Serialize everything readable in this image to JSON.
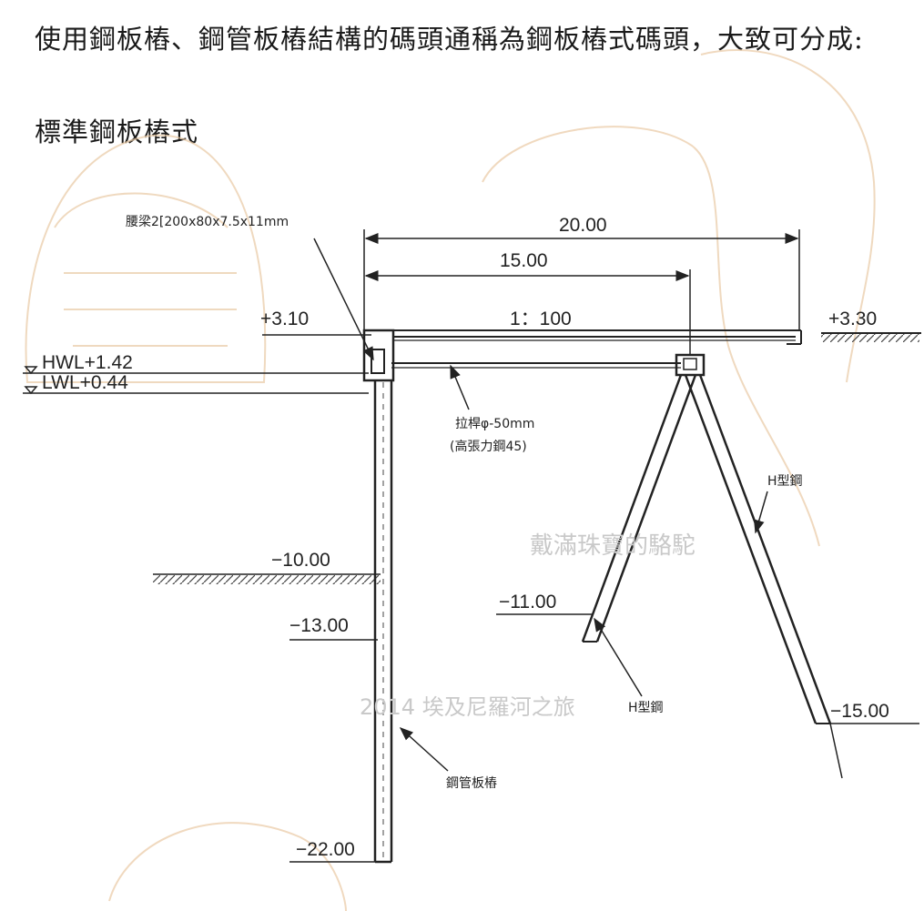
{
  "intro_text": "使用鋼板樁、鋼管板樁結構的碼頭通稱為鋼板樁式碼頭，大致可分成:",
  "subtitle": "標準鋼板樁式",
  "diagram": {
    "dimensions": {
      "span_total": "20.00",
      "span_anchor": "15.00",
      "slope": "1：100",
      "level_top_left": "+3.10",
      "level_top_right": "+3.30",
      "hwl": "HWL+1.42",
      "lwl": "LWL+0.44",
      "level_seabed": "−10.00",
      "level_anchor_toe": "−11.00",
      "level_minus13": "−13.00",
      "level_hpile_toe": "−15.00",
      "level_pile_toe": "−22.00"
    },
    "labels": {
      "waler": "腰梁2[200x80x7.5x11mm",
      "tie_rod": "拉桿φ-50mm",
      "tie_rod_material": "(高張力鋼45)",
      "h_steel_upper": "H型鋼",
      "h_steel_lower": "H型鋼",
      "steel_pipe_sheet_pile": "鋼管板樁"
    },
    "watermarks": {
      "caption": "戴滿珠寶的駱駝",
      "trip": "2014 埃及尼羅河之旅"
    }
  }
}
